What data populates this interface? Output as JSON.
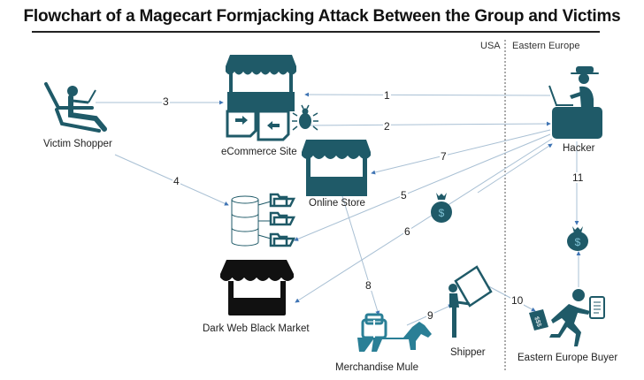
{
  "title": "Flowchart of a Magecart Formjacking Attack Between the Group and Victims",
  "regions": {
    "left": "USA",
    "right": "Eastern Europe"
  },
  "colors": {
    "primary": "#1f5a68",
    "mule": "#2a7f96",
    "black": "#111111",
    "arrow": "#9fb8cc"
  },
  "nodes": {
    "victim_shopper": "Victim Shopper",
    "ecommerce_site": "eCommerce Site",
    "hacker": "Hacker",
    "online_store": "Online Store",
    "database": "",
    "dark_web": "Dark Web Black Market",
    "mule": "Merchandise Mule",
    "shipper": "Shipper",
    "buyer": "Eastern Europe Buyer"
  },
  "steps": [
    {
      "n": "1",
      "from": "ecommerce_site",
      "to": "hacker"
    },
    {
      "n": "2",
      "from": "hacker",
      "to": "ecommerce_site"
    },
    {
      "n": "3",
      "from": "victim_shopper",
      "to": "ecommerce_site"
    },
    {
      "n": "4",
      "from": "victim_shopper",
      "to": "database"
    },
    {
      "n": "5",
      "from": "hacker",
      "to": "database"
    },
    {
      "n": "6",
      "from": "hacker",
      "to": "dark_web"
    },
    {
      "n": "7",
      "from": "hacker",
      "to": "online_store"
    },
    {
      "n": "8",
      "from": "online_store",
      "to": "mule"
    },
    {
      "n": "9",
      "from": "mule",
      "to": "shipper"
    },
    {
      "n": "10",
      "from": "shipper",
      "to": "buyer"
    },
    {
      "n": "11",
      "from": "hacker",
      "to": "money_bag"
    }
  ]
}
